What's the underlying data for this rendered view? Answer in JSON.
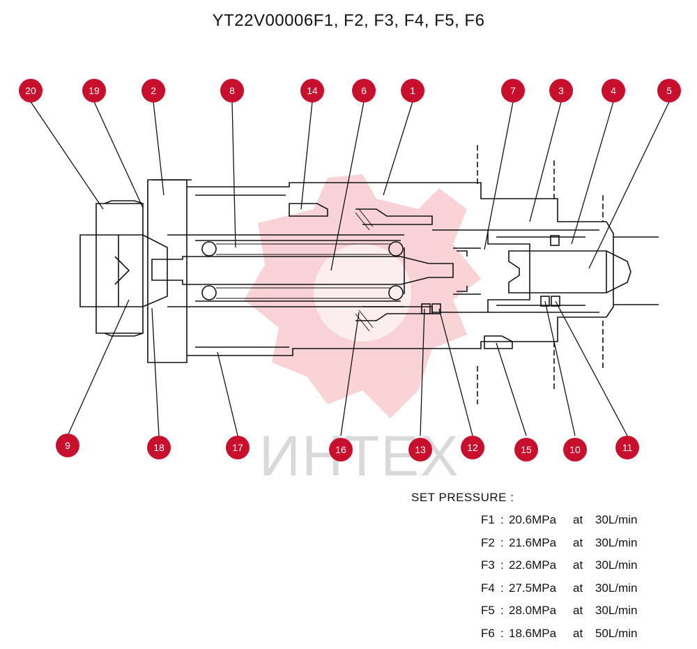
{
  "title": "YT22V00006F1, F2, F3, F4, F5, F6",
  "watermark": "ИНТЕХ",
  "accent_color": "#c8102e",
  "callouts": [
    "20",
    "19",
    "2",
    "8",
    "14",
    "6",
    "1",
    "7",
    "3",
    "4",
    "5",
    "9",
    "18",
    "17",
    "16",
    "13",
    "12",
    "15",
    "10",
    "11"
  ],
  "set_pressure": {
    "heading": "SET PRESSURE :",
    "rows": [
      {
        "label": "F1",
        "sep": ":",
        "pressure": "20.6MPa",
        "at": "at",
        "flow": "30L/min"
      },
      {
        "label": "F2",
        "sep": ":",
        "pressure": "21.6MPa",
        "at": "at",
        "flow": "30L/min"
      },
      {
        "label": "F3",
        "sep": ":",
        "pressure": "22.6MPa",
        "at": "at",
        "flow": "30L/min"
      },
      {
        "label": "F4",
        "sep": ":",
        "pressure": "27.5MPa",
        "at": "at",
        "flow": "30L/min"
      },
      {
        "label": "F5",
        "sep": ":",
        "pressure": "28.0MPa",
        "at": "at",
        "flow": "30L/min"
      },
      {
        "label": "F6",
        "sep": ":",
        "pressure": "18.6MPa",
        "at": "at",
        "flow": "50L/min"
      }
    ]
  }
}
